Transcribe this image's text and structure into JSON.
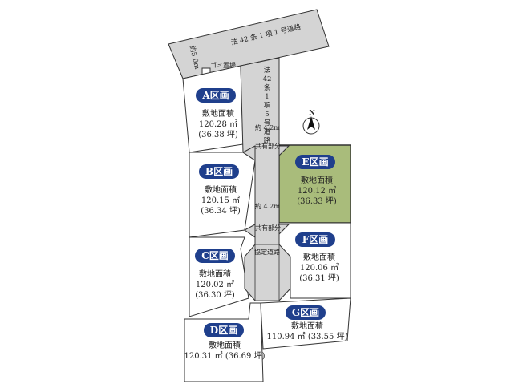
{
  "road_top": {
    "label": "法 42 条 1 項 1 号道路"
  },
  "road_vertical": {
    "label": [
      "法",
      "42",
      "条",
      "1",
      "項",
      "5",
      "号",
      "道",
      "路"
    ]
  },
  "road_width": "約5.0m",
  "garbage": "ゴミ置場",
  "private_road": "協定道路",
  "shared_upper": "共有部分",
  "shared_lower": "共有部分",
  "width_upper": "約 4.2m",
  "width_lower": "約 4.2m",
  "north": "N",
  "lots": [
    {
      "id": "A",
      "name": "A区画",
      "area_label": "敷地面積",
      "sqm": "120.28 ㎡",
      "tsubo": "(36.38 坪)"
    },
    {
      "id": "B",
      "name": "B区画",
      "area_label": "敷地面積",
      "sqm": "120.15 ㎡",
      "tsubo": "(36.34 坪)"
    },
    {
      "id": "C",
      "name": "C区画",
      "area_label": "敷地面積",
      "sqm": "120.02 ㎡",
      "tsubo": "(36.30 坪)"
    },
    {
      "id": "D",
      "name": "D区画",
      "area_label": "敷地面積",
      "combined": "120.31 ㎡ (36.69 坪)"
    },
    {
      "id": "E",
      "name": "E区画",
      "area_label": "敷地面積",
      "sqm": "120.12 ㎡",
      "tsubo": "(36.33 坪)"
    },
    {
      "id": "F",
      "name": "F区画",
      "area_label": "敷地面積",
      "sqm": "120.06 ㎡",
      "tsubo": "(36.31 坪)"
    },
    {
      "id": "G",
      "name": "G区画",
      "area_label": "敷地面積",
      "combined": "110.94 ㎡ (33.55 坪)"
    }
  ],
  "colors": {
    "highlight": "#a9bc7b",
    "pill": "#1f3f8c",
    "road": "#d4d4d4"
  }
}
